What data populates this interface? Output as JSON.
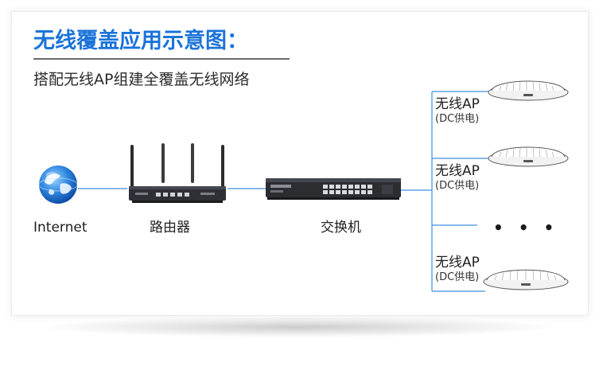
{
  "diagram": {
    "title": "无线覆盖应用示意图：",
    "subtitle": "搭配无线AP组建全覆盖无线网络",
    "devices": {
      "internet": {
        "label": "Internet",
        "icon": "globe-icon"
      },
      "router": {
        "label": "路由器",
        "icon": "router-icon"
      },
      "switch": {
        "label": "交换机",
        "icon": "switch-icon"
      }
    },
    "access_points": [
      {
        "name": "无线AP",
        "power": "(DC供电)",
        "icon": "ceiling-ap-icon"
      },
      {
        "name": "无线AP",
        "power": "(DC供电)",
        "icon": "ceiling-ap-icon"
      },
      {
        "name": "无线AP",
        "power": "(DC供电)",
        "icon": "ceiling-ap-icon"
      }
    ],
    "ellipsis": "• • •"
  },
  "colors": {
    "title": "#1a73d9",
    "cable": "#3d8fe0",
    "text": "#1f1f1f"
  }
}
